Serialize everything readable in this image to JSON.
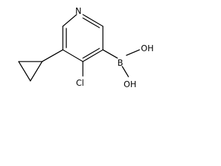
{
  "molecule": {
    "atoms": {
      "nitrogen": "N",
      "chlorine": "Cl",
      "boron": "B",
      "hydroxyl_upper": "OH",
      "hydroxyl_lower": "OH"
    }
  }
}
